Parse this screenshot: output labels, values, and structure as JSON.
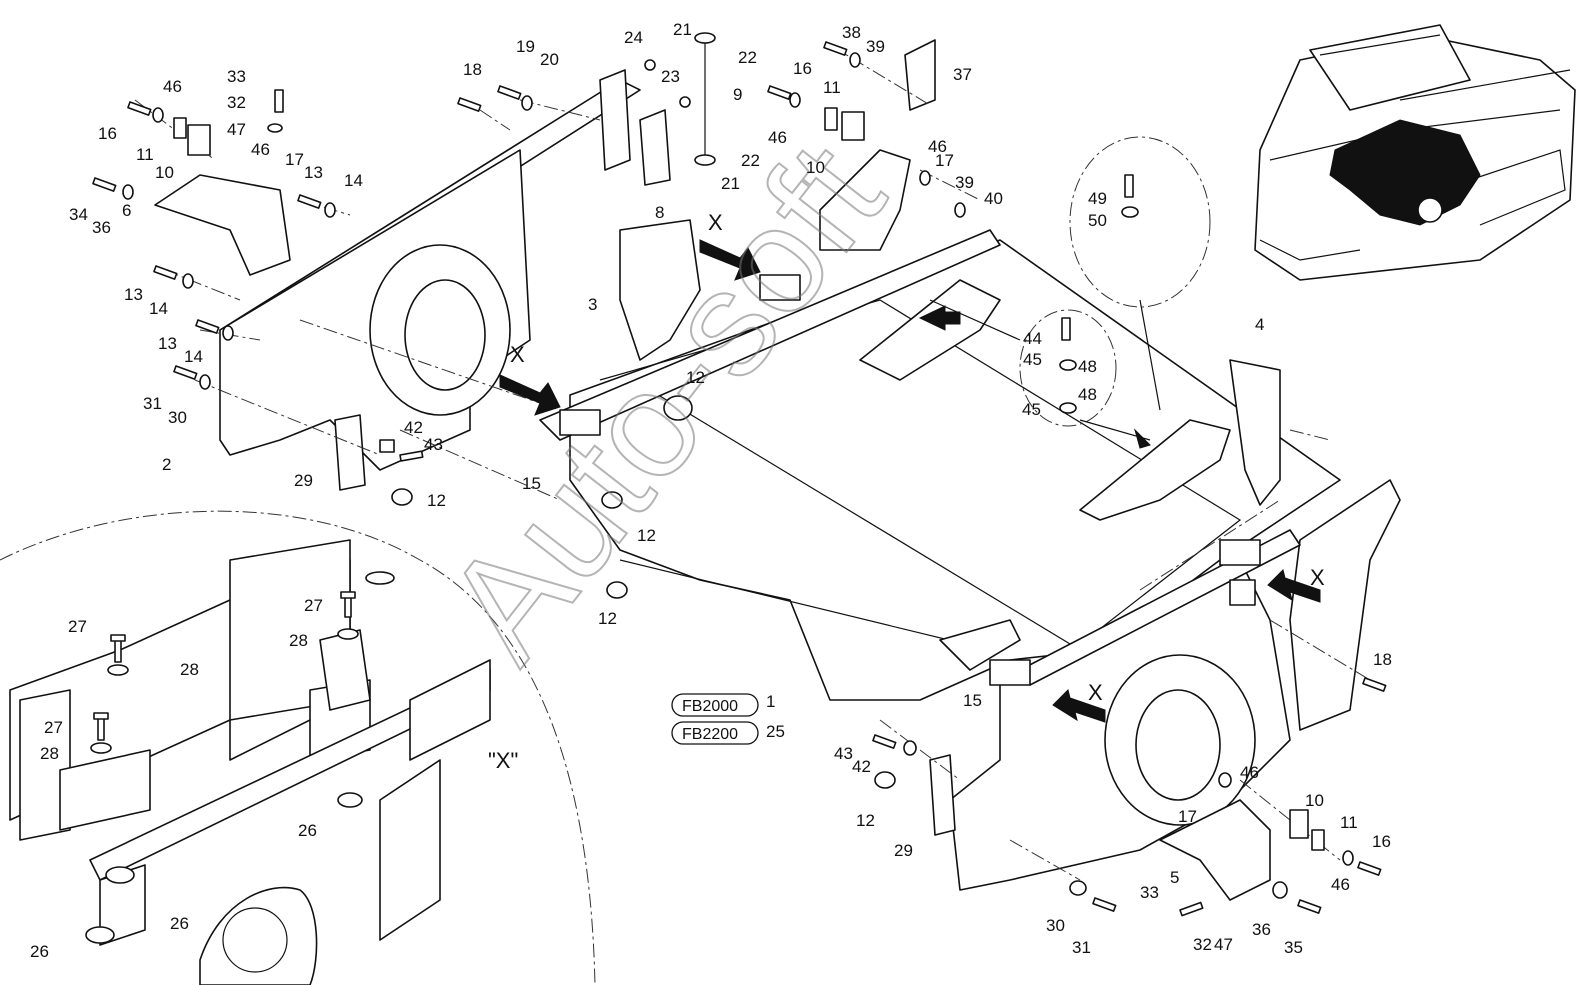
{
  "diagram": {
    "view_label": "\"X\"",
    "watermark": "Auto-soft",
    "model_codes": [
      "FB2000",
      "FB2200"
    ],
    "callouts": [
      {
        "id": "p1",
        "text": "1"
      },
      {
        "id": "p2",
        "text": "2"
      },
      {
        "id": "p3",
        "text": "3"
      },
      {
        "id": "p4",
        "text": "4"
      },
      {
        "id": "p5",
        "text": "5"
      },
      {
        "id": "p6",
        "text": "6"
      },
      {
        "id": "p8",
        "text": "8"
      },
      {
        "id": "p9",
        "text": "9"
      },
      {
        "id": "p10a",
        "text": "10"
      },
      {
        "id": "p10b",
        "text": "10"
      },
      {
        "id": "p10c",
        "text": "10"
      },
      {
        "id": "p11a",
        "text": "11"
      },
      {
        "id": "p11b",
        "text": "11"
      },
      {
        "id": "p11c",
        "text": "11"
      },
      {
        "id": "p12a",
        "text": "12"
      },
      {
        "id": "p12b",
        "text": "12"
      },
      {
        "id": "p12c",
        "text": "12"
      },
      {
        "id": "p12d",
        "text": "12"
      },
      {
        "id": "p12e",
        "text": "12"
      },
      {
        "id": "p13a",
        "text": "13"
      },
      {
        "id": "p13b",
        "text": "13"
      },
      {
        "id": "p13c",
        "text": "13"
      },
      {
        "id": "p14a",
        "text": "14"
      },
      {
        "id": "p14b",
        "text": "14"
      },
      {
        "id": "p14c",
        "text": "14"
      },
      {
        "id": "p15a",
        "text": "15"
      },
      {
        "id": "p15b",
        "text": "15"
      },
      {
        "id": "p16a",
        "text": "16"
      },
      {
        "id": "p16b",
        "text": "16"
      },
      {
        "id": "p16c",
        "text": "16"
      },
      {
        "id": "p17a",
        "text": "17"
      },
      {
        "id": "p17b",
        "text": "17"
      },
      {
        "id": "p17c",
        "text": "17"
      },
      {
        "id": "p18a",
        "text": "18"
      },
      {
        "id": "p18b",
        "text": "18"
      },
      {
        "id": "p19",
        "text": "19"
      },
      {
        "id": "p20",
        "text": "20"
      },
      {
        "id": "p21a",
        "text": "21"
      },
      {
        "id": "p21b",
        "text": "21"
      },
      {
        "id": "p22a",
        "text": "22"
      },
      {
        "id": "p22b",
        "text": "22"
      },
      {
        "id": "p23",
        "text": "23"
      },
      {
        "id": "p24",
        "text": "24"
      },
      {
        "id": "p25",
        "text": "25"
      },
      {
        "id": "p26a",
        "text": "26"
      },
      {
        "id": "p26b",
        "text": "26"
      },
      {
        "id": "p26c",
        "text": "26"
      },
      {
        "id": "p27a",
        "text": "27"
      },
      {
        "id": "p27b",
        "text": "27"
      },
      {
        "id": "p27c",
        "text": "27"
      },
      {
        "id": "p28a",
        "text": "28"
      },
      {
        "id": "p28b",
        "text": "28"
      },
      {
        "id": "p28c",
        "text": "28"
      },
      {
        "id": "p29a",
        "text": "29"
      },
      {
        "id": "p29b",
        "text": "29"
      },
      {
        "id": "p30a",
        "text": "30"
      },
      {
        "id": "p30b",
        "text": "30"
      },
      {
        "id": "p31a",
        "text": "31"
      },
      {
        "id": "p31b",
        "text": "31"
      },
      {
        "id": "p32a",
        "text": "32"
      },
      {
        "id": "p32b",
        "text": "32"
      },
      {
        "id": "p33a",
        "text": "33"
      },
      {
        "id": "p33b",
        "text": "33"
      },
      {
        "id": "p34",
        "text": "34"
      },
      {
        "id": "p35",
        "text": "35"
      },
      {
        "id": "p36a",
        "text": "36"
      },
      {
        "id": "p36b",
        "text": "36"
      },
      {
        "id": "p37",
        "text": "37"
      },
      {
        "id": "p38",
        "text": "38"
      },
      {
        "id": "p39a",
        "text": "39"
      },
      {
        "id": "p39b",
        "text": "39"
      },
      {
        "id": "p40",
        "text": "40"
      },
      {
        "id": "p42a",
        "text": "42"
      },
      {
        "id": "p42b",
        "text": "42"
      },
      {
        "id": "p43a",
        "text": "43"
      },
      {
        "id": "p43b",
        "text": "43"
      },
      {
        "id": "p44",
        "text": "44"
      },
      {
        "id": "p45a",
        "text": "45"
      },
      {
        "id": "p45b",
        "text": "45"
      },
      {
        "id": "p46a",
        "text": "46"
      },
      {
        "id": "p46b",
        "text": "46"
      },
      {
        "id": "p46c",
        "text": "46"
      },
      {
        "id": "p46d",
        "text": "46"
      },
      {
        "id": "p46e",
        "text": "46"
      },
      {
        "id": "p46f",
        "text": "46"
      },
      {
        "id": "p47a",
        "text": "47"
      },
      {
        "id": "p47b",
        "text": "47"
      },
      {
        "id": "p48a",
        "text": "48"
      },
      {
        "id": "p48b",
        "text": "48"
      },
      {
        "id": "p49",
        "text": "49"
      },
      {
        "id": "p50",
        "text": "50"
      }
    ],
    "view_markers": [
      "X",
      "X",
      "X",
      "X"
    ]
  }
}
